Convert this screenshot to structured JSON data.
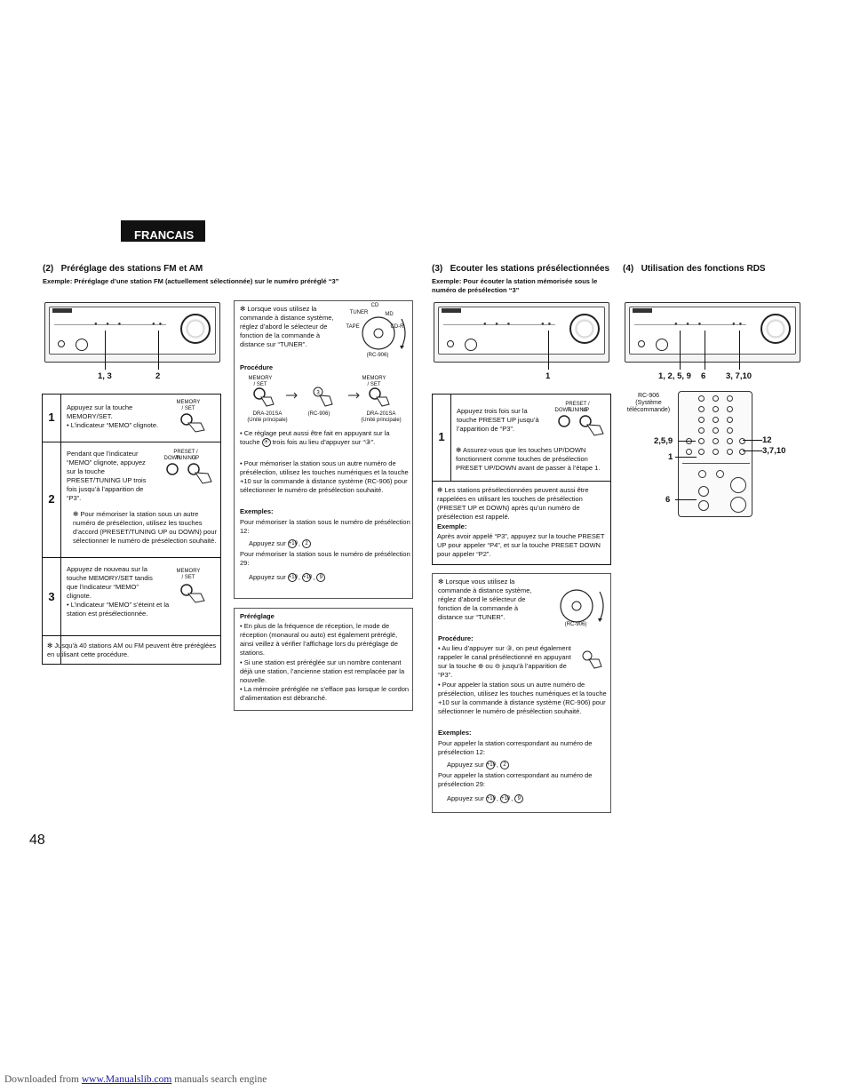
{
  "language_tab": "FRANCAIS",
  "sec2": {
    "title_num": "(2)",
    "title": "Préréglage des stations FM et AM",
    "subtitle": "Exemple: Préréglage d’une station FM (actuellement sélectionnée) sur le numéro préréglé “3”",
    "callout_a": "1, 3",
    "callout_b": "2",
    "steps": [
      {
        "num": "1",
        "text": "Appuyez sur la touche MEMORY/SET.",
        "bullet": "• L’indicateur “MEMO” clignote.",
        "btn_label": "MEMORY / SET"
      },
      {
        "num": "2",
        "text": "Pendant que l’indicateur “MEMO” clignote, appuyez sur la touche PRESET/TUNING UP trois fois jusqu’à l’apparition de “P3”.",
        "note": "✻ Pour mémoriser la station sous un autre numéro de présélection, utilisez les touches d’accord (PRESET/TUNING UP ou DOWN) pour sélectionner le numéro de présélection souhaité.",
        "btn_label": "PRESET / TUNING",
        "btn_down": "DOWN",
        "btn_up": "UP"
      },
      {
        "num": "3",
        "text": "Appuyez de nouveau sur la touche MEMORY/SET tandis que l’indicateur “MEMO” clignote.",
        "bullet": "• L’indicateur “MEMO” s’éteint et la station est présélectionnée.",
        "btn_label": "MEMORY / SET"
      }
    ],
    "footnote": "✻ Jusqu’à 40 stations AM ou FM peuvent être préréglées en utilisant cette procédure."
  },
  "remote_box": {
    "intro": "✻ Lorsque vous utilisez la commande à distance système, réglez d’abord le sélecteur de fonction de la commande à distance sur “TUNER”.",
    "dial_labels": [
      "TUNER",
      "CD",
      "MD",
      "CD-R",
      "TAPE"
    ],
    "dial_caption": "(RC-906)",
    "procedure_title": "Procédure",
    "proc_labels": [
      "MEMORY / SET",
      "MEMORY / SET"
    ],
    "proc_captions": [
      "DRA-201SA (Unité principale)",
      "(RC-906)",
      "DRA-201SA (Unité principale)"
    ],
    "bullet1": "• Ce réglage peut aussi être fait en appuyant sur la touche",
    "bullet1b": "trois fois au lieu d’appuyer sur “③”.",
    "bullet2": "• Pour mémoriser la station sous un autre numéro de présélection, utilisez les touches numériques et la touche +10 sur la commande à distance système (RC-906) pour sélectionner le numéro de présélection souhaité.",
    "examples_title": "Exemples:",
    "ex1": "Pour mémoriser la station sous le numéro de présélection 12:",
    "ex1_press": "Appuyez sur",
    "ex2": "Pour mémoriser la station sous le numéro de présélection 29:",
    "ex2_press": "Appuyez sur"
  },
  "prereglage_box": {
    "title": "Préréglage",
    "items": [
      "• En plus de la fréquence de réception, le mode de réception (monaural ou auto) est également préréglé, ainsi veillez à vérifier l’affichage lors du préréglage de stations.",
      "• Si une station est préréglée sur un nombre contenant déjà une station, l’ancienne station est remplacée par la nouvelle.",
      "• La mémoire préréglée ne s’efface pas lorsque le cordon d’alimentation est débranché."
    ]
  },
  "sec3": {
    "title_num": "(3)",
    "title": "Ecouter les stations présélectionnées",
    "subtitle": "Exemple: Pour écouter la station mémorisée sous le numéro de présélection “3”",
    "callout": "1",
    "step_num": "1",
    "step_text": "Appuyez trois fois sur la touche PRESET UP jusqu’à l’apparition de “P3”.",
    "step_note": "✻ Assurez-vous que les touches UP/DOWN fonctionnent comme touches de présélection PRESET UP/DOWN avant de passer à l’étape 1.",
    "btn_label": "PRESET / TUNING",
    "btn_down": "DOWN",
    "btn_up": "UP",
    "note": "✻ Les stations présélectionnées peuvent aussi être rappelées en utilisant les touches de présélection (PRESET UP et DOWN) après qu’un numéro de présélection est rappelé.",
    "example_title": "Exemple:",
    "example_text": "Après avoir appelé “P3”, appuyez sur la touche PRESET UP pour appeler “P4”, et sur la touche PRESET DOWN pour appeler “P2”."
  },
  "sec3_remote": {
    "intro": "✻ Lorsque vous utilisez la commande à distance système, réglez d’abord le sélecteur de fonction de la commande à distance sur “TUNER”.",
    "dial_caption": "(RC-906)",
    "procedure_title": "Procédure:",
    "bullet1": "• Au lieu d’appuyer sur ③, on peut également rappeler le canal présélectionné en appuyant sur la touche ⊕ ou ⊖ jusqu’à l’apparition de “P3”.",
    "bullet2": "• Pour appeler la station sous un autre numéro de présélection, utilisez les touches numériques et la touche +10 sur la commande à distance système (RC-906) pour sélectionner le numéro de présélection souhaité.",
    "examples_title": "Exemples:",
    "ex1": "Pour appeler la station correspondant au numéro de présélection 12:",
    "ex1_press": "Appuyez sur",
    "ex2": "Pour appeler la station correspondant au numéro de présélection 29:",
    "ex2_press": "Appuyez sur"
  },
  "sec4": {
    "title_num": "(4)",
    "title": "Utilisation des fonctions RDS",
    "callout_a": "1, 2, 5, 9",
    "callout_b": "6",
    "callout_c": "3, 7,10",
    "remote_caption": "RC-906 (Système télécommande)",
    "remote_callouts": {
      "left1": "2,5,9",
      "left2": "1",
      "left3": "6",
      "right1": "12",
      "right2": "3,7,10"
    }
  },
  "page_number": "48",
  "footer": {
    "prefix": "Downloaded from ",
    "link": "www.Manualslib.com",
    "suffix": " manuals search engine"
  }
}
